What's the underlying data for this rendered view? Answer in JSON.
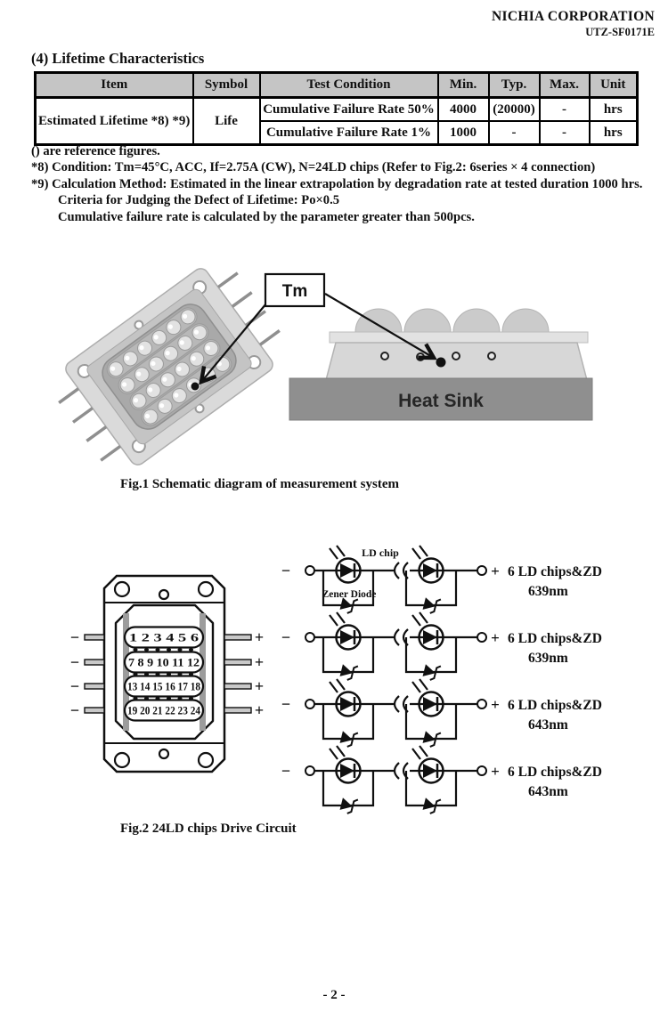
{
  "header": {
    "company": "NICHIA CORPORATION",
    "doc_number": "UTZ-SF0171E"
  },
  "section_title": "(4) Lifetime Characteristics",
  "table": {
    "headers": [
      "Item",
      "Symbol",
      "Test Condition",
      "Min.",
      "Typ.",
      "Max.",
      "Unit"
    ],
    "item": "Estimated Lifetime *8) *9)",
    "symbol": "Life",
    "rows": [
      {
        "condition": "Cumulative Failure Rate 50%",
        "min": "4000",
        "typ": "(20000)",
        "max": "-",
        "unit": "hrs"
      },
      {
        "condition": "Cumulative Failure Rate 1%",
        "min": "1000",
        "typ": "-",
        "max": "-",
        "unit": "hrs"
      }
    ]
  },
  "notes": [
    "() are reference figures.",
    "*8) Condition: Tm=45°C, ACC, If=2.75A (CW), N=24LD chips (Refer to Fig.2: 6series × 4 connection)",
    "*9) Calculation Method: Estimated in the linear extrapolation by degradation rate at tested duration 1000 hrs.",
    "Criteria for Judging the Defect of Lifetime: Po×0.5",
    "Cumulative failure rate is calculated by the parameter greater than 500pcs."
  ],
  "fig1": {
    "tm_label": "Tm",
    "heat_sink_label": "Heat Sink",
    "caption": "Fig.1 Schematic diagram of measurement system"
  },
  "fig2": {
    "caption": "Fig.2 24LD chips Drive Circuit",
    "package": {
      "rows": [
        "1 2 3 4 5 6",
        "7 8 9 10 11 12",
        "13 14 15 16 17 18",
        "19 20 21 22 23 24"
      ],
      "minus": "−",
      "plus": "+"
    },
    "ld_chip_label": "LD chip",
    "zener_label": "Zener Diode",
    "circuits": [
      {
        "minus": "−",
        "plus": "+",
        "label": "6 LD chips&ZD",
        "wavelength": "639nm"
      },
      {
        "minus": "−",
        "plus": "+",
        "label": "6 LD chips&ZD",
        "wavelength": "639nm"
      },
      {
        "minus": "−",
        "plus": "+",
        "label": "6 LD chips&ZD",
        "wavelength": "643nm"
      },
      {
        "minus": "−",
        "plus": "+",
        "label": "6 LD chips&ZD",
        "wavelength": "643nm"
      }
    ]
  },
  "footer": {
    "page_label": "- 2 -"
  },
  "colors": {
    "table_header_bg": "#c5c5c5",
    "heat_sink_fill": "#8f8f8f",
    "ink": "#101010"
  }
}
